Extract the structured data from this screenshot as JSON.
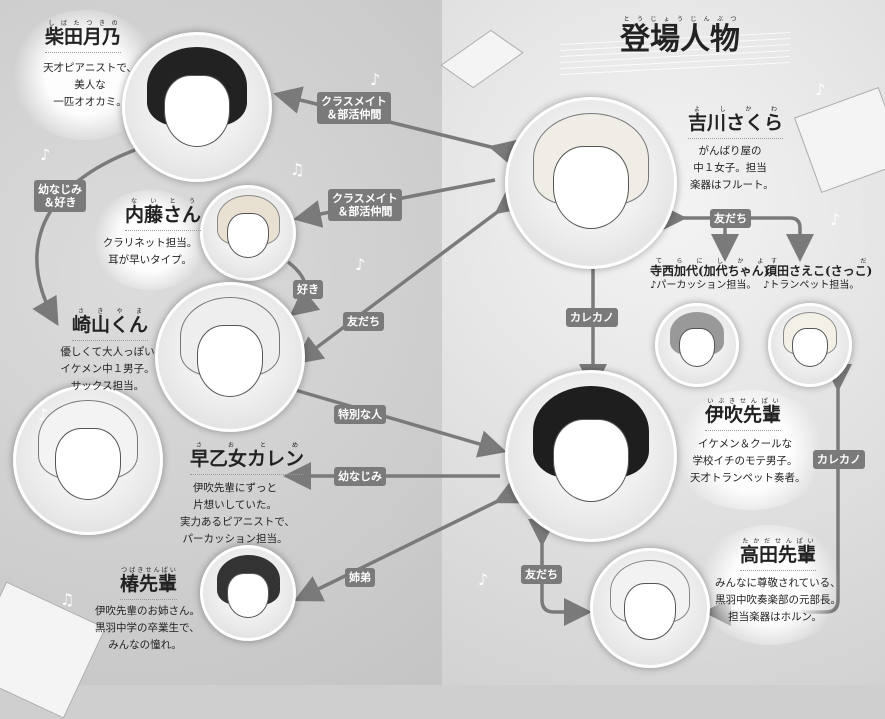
{
  "title": {
    "text": "登場人物",
    "ruby": "とうじょうじんぶつ"
  },
  "characters": [
    {
      "id": "tsukino",
      "name": "柴田月乃",
      "ruby": "しばたつきの",
      "desc": [
        "天才ピアニストで、",
        "美人な",
        "一匹オオカミ。"
      ]
    },
    {
      "id": "naito",
      "name": "内藤さん",
      "ruby": "ないとう",
      "desc": [
        "クラリネット担当。",
        "耳が早いタイプ。"
      ]
    },
    {
      "id": "sakiyama",
      "name": "崎山くん",
      "ruby": "さきやま",
      "desc": [
        "優しくて大人っぽい",
        "イケメン中１男子。",
        "サックス担当。"
      ]
    },
    {
      "id": "karen",
      "name": "早乙女カレン",
      "ruby": "さおとめ",
      "desc": [
        "伊吹先輩にずっと",
        "片想いしていた。",
        "実力あるピアニストで、",
        "パーカッション担当。"
      ]
    },
    {
      "id": "tsubaki",
      "name": "椿先輩",
      "ruby": "つばきせんぱい",
      "desc": [
        "伊吹先輩のお姉さん。",
        "黒羽中学の卒業生で、",
        "みんなの憧れ。"
      ]
    },
    {
      "id": "sakura",
      "name": "吉川さくら",
      "ruby": "よしかわ",
      "desc": [
        "がんばり屋の",
        "中１女子。担当",
        "楽器はフルート。"
      ]
    },
    {
      "id": "kayo",
      "name": "寺西加代(加代ちゃん)",
      "ruby": "てらにしかよ",
      "desc": [
        "♪パーカッション担当。"
      ]
    },
    {
      "id": "saeko",
      "name": "須田さえこ(さっこ)",
      "ruby": "すだ",
      "desc": [
        "♪トランペット担当。"
      ]
    },
    {
      "id": "ibuki",
      "name": "伊吹先輩",
      "ruby": "いぶきせんぱい",
      "desc": [
        "イケメン＆クールな",
        "学校イチのモテ男子。",
        "天才トランペット奏者。"
      ]
    },
    {
      "id": "takada",
      "name": "高田先輩",
      "ruby": "たかだせんぱい",
      "desc": [
        "みんなに尊敬されている、",
        "黒羽中吹奏楽部の元部長。",
        "担当楽器はホルン。"
      ]
    }
  ],
  "relations": [
    {
      "label": "クラスメイト\n＆部活仲間"
    },
    {
      "label": "クラスメイト\n＆部活仲間"
    },
    {
      "label": "幼なじみ\n＆好き"
    },
    {
      "label": "好き"
    },
    {
      "label": "友だち"
    },
    {
      "label": "特別な人"
    },
    {
      "label": "幼なじみ"
    },
    {
      "label": "姉弟"
    },
    {
      "label": "友だち"
    },
    {
      "label": "カレカノ"
    },
    {
      "label": "カレカノ"
    },
    {
      "label": "友だち"
    }
  ],
  "colors": {
    "arrow": "#7a7a7a",
    "tag": "#7a7a7a"
  }
}
